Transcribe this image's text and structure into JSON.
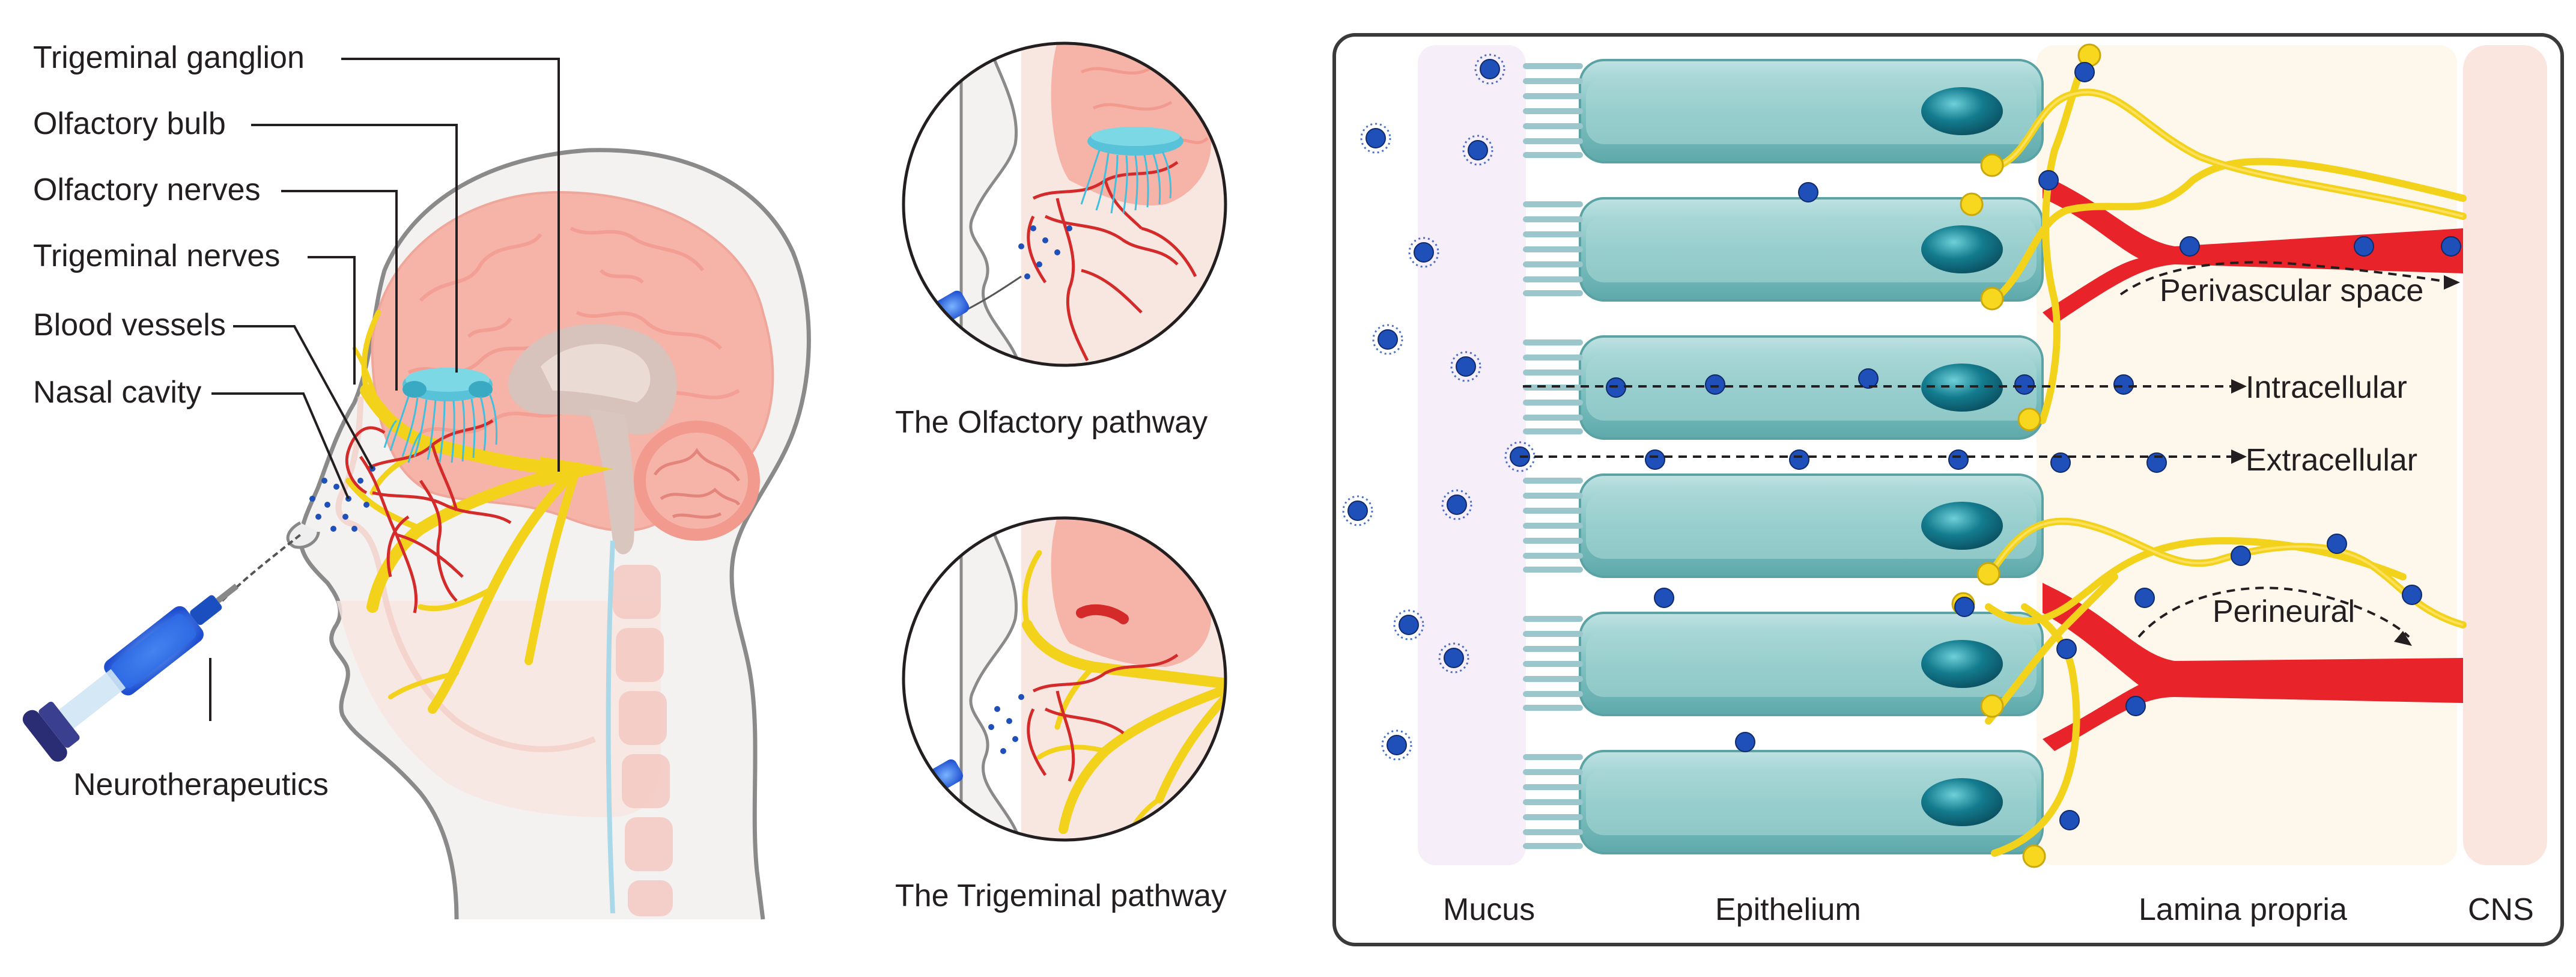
{
  "left_labels": {
    "trigeminal_ganglion": "Trigeminal ganglion",
    "olfactory_bulb": "Olfactory bulb",
    "olfactory_nerves": "Olfactory nerves",
    "trigeminal_nerves": "Trigeminal nerves",
    "blood_vessels": "Blood vessels",
    "nasal_cavity": "Nasal cavity",
    "neurotherapeutics": "Neurotherapeutics"
  },
  "pathways": {
    "olfactory": "The Olfactory pathway",
    "trigeminal": "The Trigeminal pathway"
  },
  "routes": {
    "perivascular": "Perivascular space",
    "intracellular": "Intracellular",
    "extracellular": "Extracellular",
    "perineural": "Perineural"
  },
  "layers": {
    "mucus": "Mucus",
    "epithelium": "Epithelium",
    "lamina_propria": "Lamina propria",
    "cns": "CNS"
  },
  "colors": {
    "nerve": "#f2d21a",
    "vessel": "#e8232a",
    "brain": "#f6b3a8",
    "cell": "#7fc2c2",
    "nucleus": "#0e6e82",
    "particle": "#1f4fb8"
  }
}
